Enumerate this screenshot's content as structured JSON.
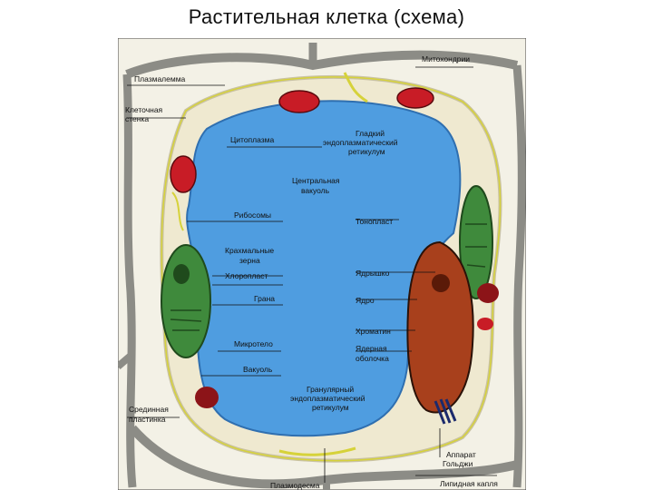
{
  "title": "Растительная клетка (схема)",
  "labels": {
    "plasmalemma": "Плазмалемма",
    "cell_wall_1": "Клеточная",
    "cell_wall_2": "стенка",
    "cytoplasm": "Цитоплазма",
    "ribosomes": "Рибосомы",
    "starch_1": "Крахмальные",
    "starch_2": "зерна",
    "chloroplast": "Хлоропласт",
    "grana": "Грана",
    "microbody": "Микротело",
    "vacuole": "Вакуоль",
    "middle_lamella_1": "Срединная",
    "middle_lamella_2": "пластинка",
    "plasmodesma": "Плазмодесма",
    "mitochondria": "Митохондрии",
    "smooth_er_1": "Гладкий",
    "smooth_er_2": "эндоплазматический",
    "smooth_er_3": "ретикулум",
    "central_vacuole_1": "Центральная",
    "central_vacuole_2": "вакуоль",
    "tonoplast": "Тонопласт",
    "nucleolus": "Ядрышко",
    "nucleus": "Ядро",
    "chromatin": "Хроматин",
    "nuclear_envelope_1": "Ядерная",
    "nuclear_envelope_2": "оболочка",
    "rough_er_1": "Гранулярный",
    "rough_er_2": "эндоплазматический",
    "rough_er_3": "ретикулум",
    "golgi_1": "Аппарат",
    "golgi_2": "Гольджи",
    "lipid_droplet": "Липидная капля"
  },
  "colors": {
    "vacuole": "#4f9de0",
    "cytoplasm": "#efe9d0",
    "cell_wall": "#8c8c86",
    "chloroplast": "#3f8a3c",
    "mitochondria": "#c81c26",
    "nucleus": "#a8401c",
    "microbody": "#8c1418",
    "golgi": "#1c2a6c",
    "er": "#d6d23a"
  }
}
